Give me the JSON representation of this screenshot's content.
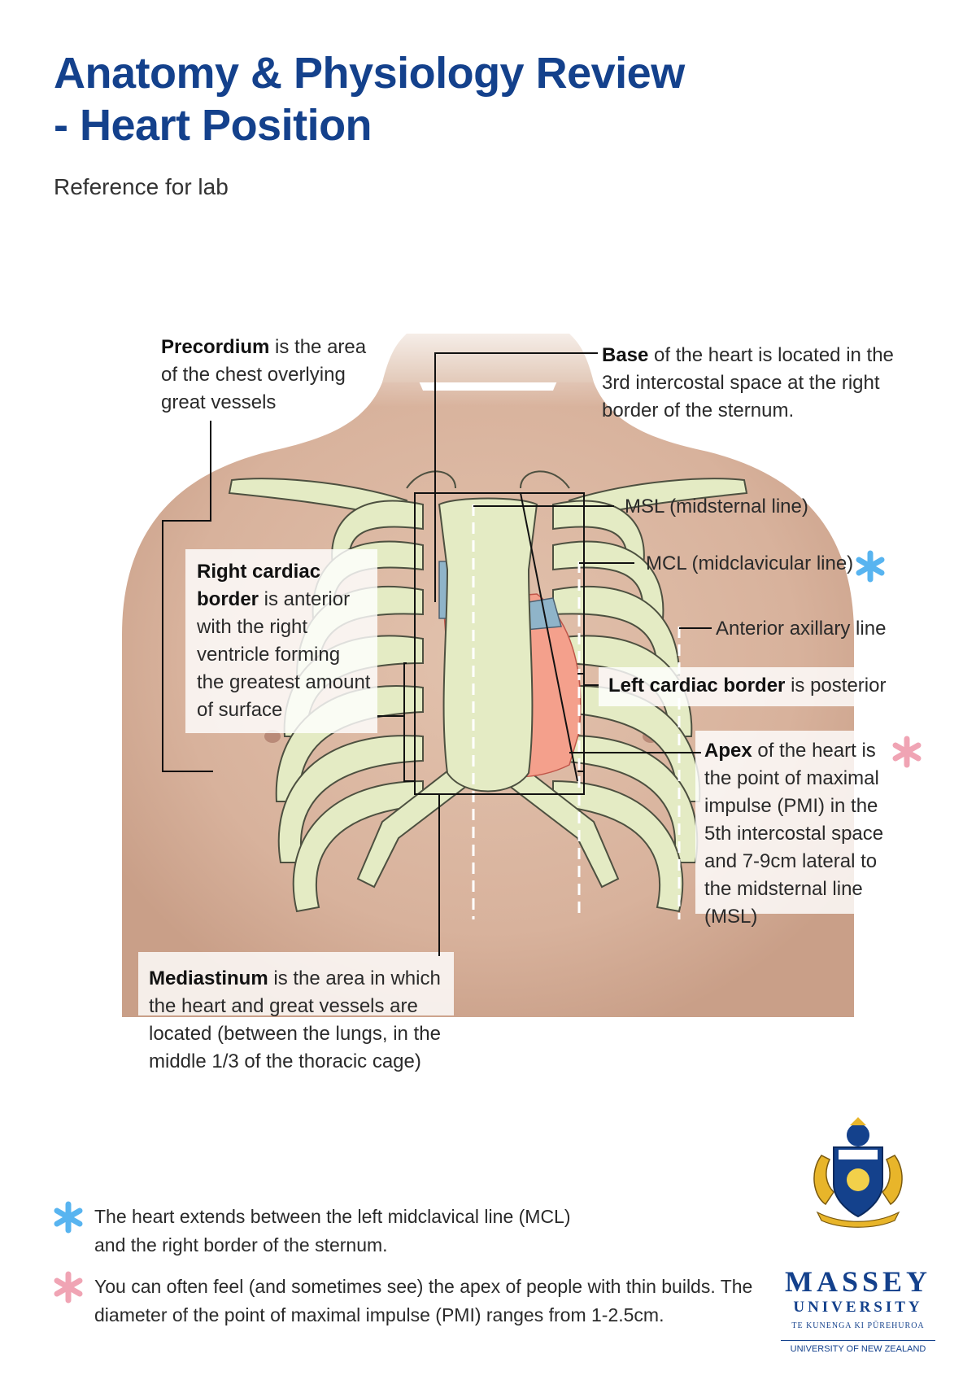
{
  "title": {
    "line1": "Anatomy & Physiology Review",
    "line2": "- Heart Position"
  },
  "subtitle": "Reference for lab",
  "labels": {
    "precordium": {
      "term": "Precordium",
      "rest": " is the area of the chest overlying great vessels"
    },
    "base": {
      "term": "Base",
      "rest": " of the heart is located in the 3rd intercostal space at the right border of the sternum."
    },
    "msl": "MSL (midsternal line)",
    "mcl": "MCL (midclavicular line)",
    "axillary": "Anterior axillary line",
    "right_border": {
      "term": "Right cardiac border",
      "rest": " is anterior with the right ventricle forming the greatest amount of surface"
    },
    "left_border": {
      "term": "Left cardiac border",
      "rest": " is posterior"
    },
    "apex": {
      "term": "Apex",
      "rest": " of the heart is the point of maximal impulse (PMI) in the 5th intercostal space and 7-9cm lateral to the midsternal line (MSL)"
    },
    "mediastinum": {
      "term": "Mediastinum",
      "rest": " is the area in which the heart and great vessels are located (between the lungs, in the middle 1/3 of the thoracic cage)"
    }
  },
  "footnotes": [
    {
      "icon": "blue-asterisk-icon",
      "text": "The heart extends between the left midclavical line (MCL) and the right border of the sternum."
    },
    {
      "icon": "pink-asterisk-icon",
      "text": "You can often feel (and sometimes see) the apex of people with thin builds. The diameter of the point of maximal impulse (PMI) ranges from 1-2.5cm."
    }
  ],
  "logo": {
    "name": "MASSEY",
    "sub": "UNIVERSITY",
    "maori": "TE KUNENGA KI PŪREHUROA",
    "country": "UNIVERSITY OF NEW ZEALAND"
  },
  "colors": {
    "title": "#14418c",
    "bone": "#e4ebc4",
    "heart": "#f4a08c",
    "vessel": "#8fb4c9",
    "blue_asterisk": "#58b4f0",
    "pink_asterisk": "#f0a4b4"
  }
}
